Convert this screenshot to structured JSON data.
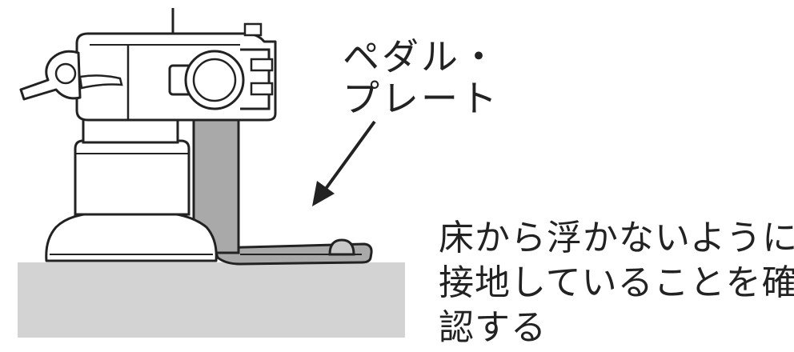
{
  "callout": {
    "line1": "ペダル・",
    "line2": "プレート"
  },
  "note": {
    "line1": "床から浮かないように",
    "line2": "接地していることを確",
    "line3": "認する"
  },
  "colors": {
    "outline": "#222222",
    "floor": "#d3d3d3",
    "pedal_plate": "#a9a9a9",
    "paper": "#ffffff"
  }
}
